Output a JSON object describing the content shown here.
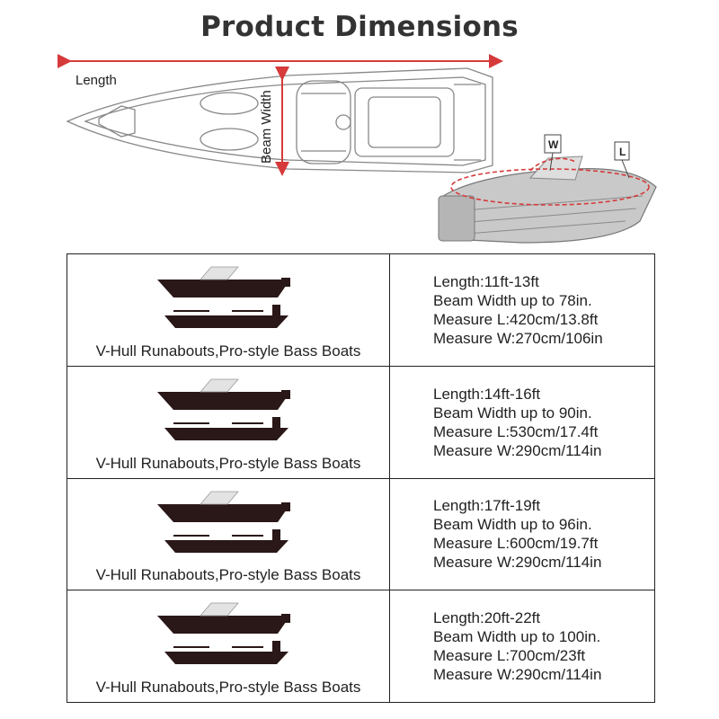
{
  "title": "Product Dimensions",
  "diagram": {
    "length_label": "Length",
    "beam_label": "Beam Width",
    "w_label": "W",
    "l_label": "L",
    "accent_color": "#d63a3a"
  },
  "rows": [
    {
      "caption": "V-Hull Runabouts,Pro-style Bass Boats",
      "length": "Length:11ft-13ft",
      "beam": "Beam Width up to 78in.",
      "measure_l": "Measure L:420cm/13.8ft",
      "measure_w": "Measure W:270cm/106in"
    },
    {
      "caption": "V-Hull Runabouts,Pro-style Bass Boats",
      "length": "Length:14ft-16ft",
      "beam": "Beam Width up to 90in.",
      "measure_l": "Measure L:530cm/17.4ft",
      "measure_w": "Measure W:290cm/114in"
    },
    {
      "caption": "V-Hull Runabouts,Pro-style Bass Boats",
      "length": "Length:17ft-19ft",
      "beam": "Beam Width up to 96in.",
      "measure_l": "Measure L:600cm/19.7ft",
      "measure_w": "Measure W:290cm/114in"
    },
    {
      "caption": "V-Hull Runabouts,Pro-style Bass Boats",
      "length": "Length:20ft-22ft",
      "beam": "Beam Width up to 100in.",
      "measure_l": "Measure L:700cm/23ft",
      "measure_w": "Measure W:290cm/114in"
    }
  ]
}
